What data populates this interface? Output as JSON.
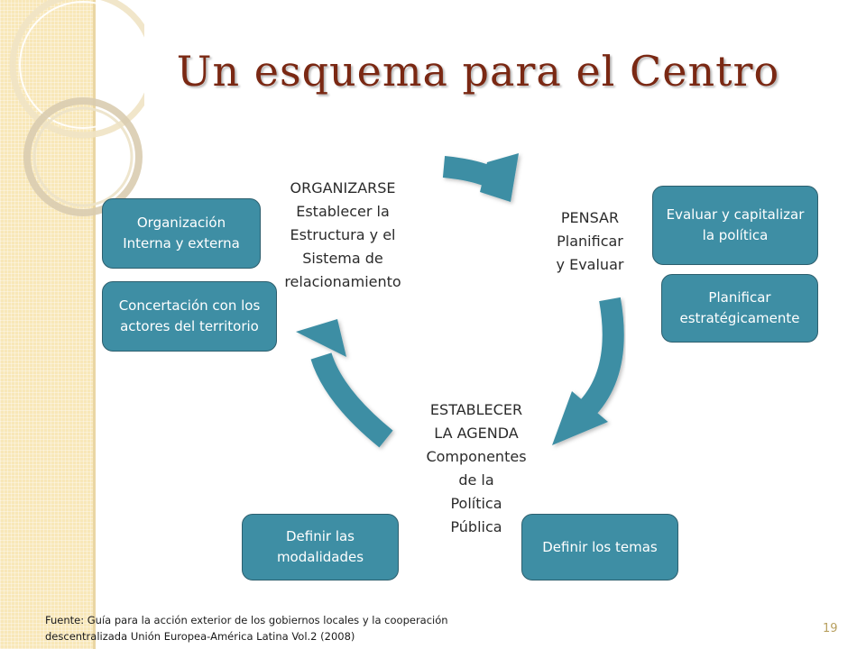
{
  "slide": {
    "title": "Un esquema para el Centro",
    "number": "19"
  },
  "stages": {
    "organizarse": [
      "ORGANIZARSE",
      "Establecer la",
      "Estructura y el",
      "Sistema de",
      "relacionamiento"
    ],
    "pensar": [
      "PENSAR",
      "Planificar",
      "y Evaluar"
    ],
    "agenda": [
      "ESTABLECER",
      "LA AGENDA",
      "Componentes",
      "de la",
      "Política",
      "Pública"
    ]
  },
  "boxes": {
    "organizacion": [
      "Organización",
      "Interna y externa"
    ],
    "concertacion": [
      "Concertación con los",
      "actores del territorio"
    ],
    "evaluar": [
      "Evaluar y capitalizar",
      "la política"
    ],
    "planificar": [
      "Planificar",
      "estratégicamente"
    ],
    "modalidades": [
      "Definir las",
      "modalidades"
    ],
    "temas": [
      "Definir los temas"
    ]
  },
  "footnote": [
    "Fuente: Guía para la acción exterior de los gobiernos locales y la cooperación",
    "descentralizada Unión Europea-América Latina Vol.2 (2008)"
  ],
  "colors": {
    "arrow": "#3e8ea4",
    "box_fill": "#3e8ea4",
    "title": "#7a2813",
    "side_band": "#f8e7b8"
  },
  "icons": [
    "cycle-arrow-icon"
  ]
}
